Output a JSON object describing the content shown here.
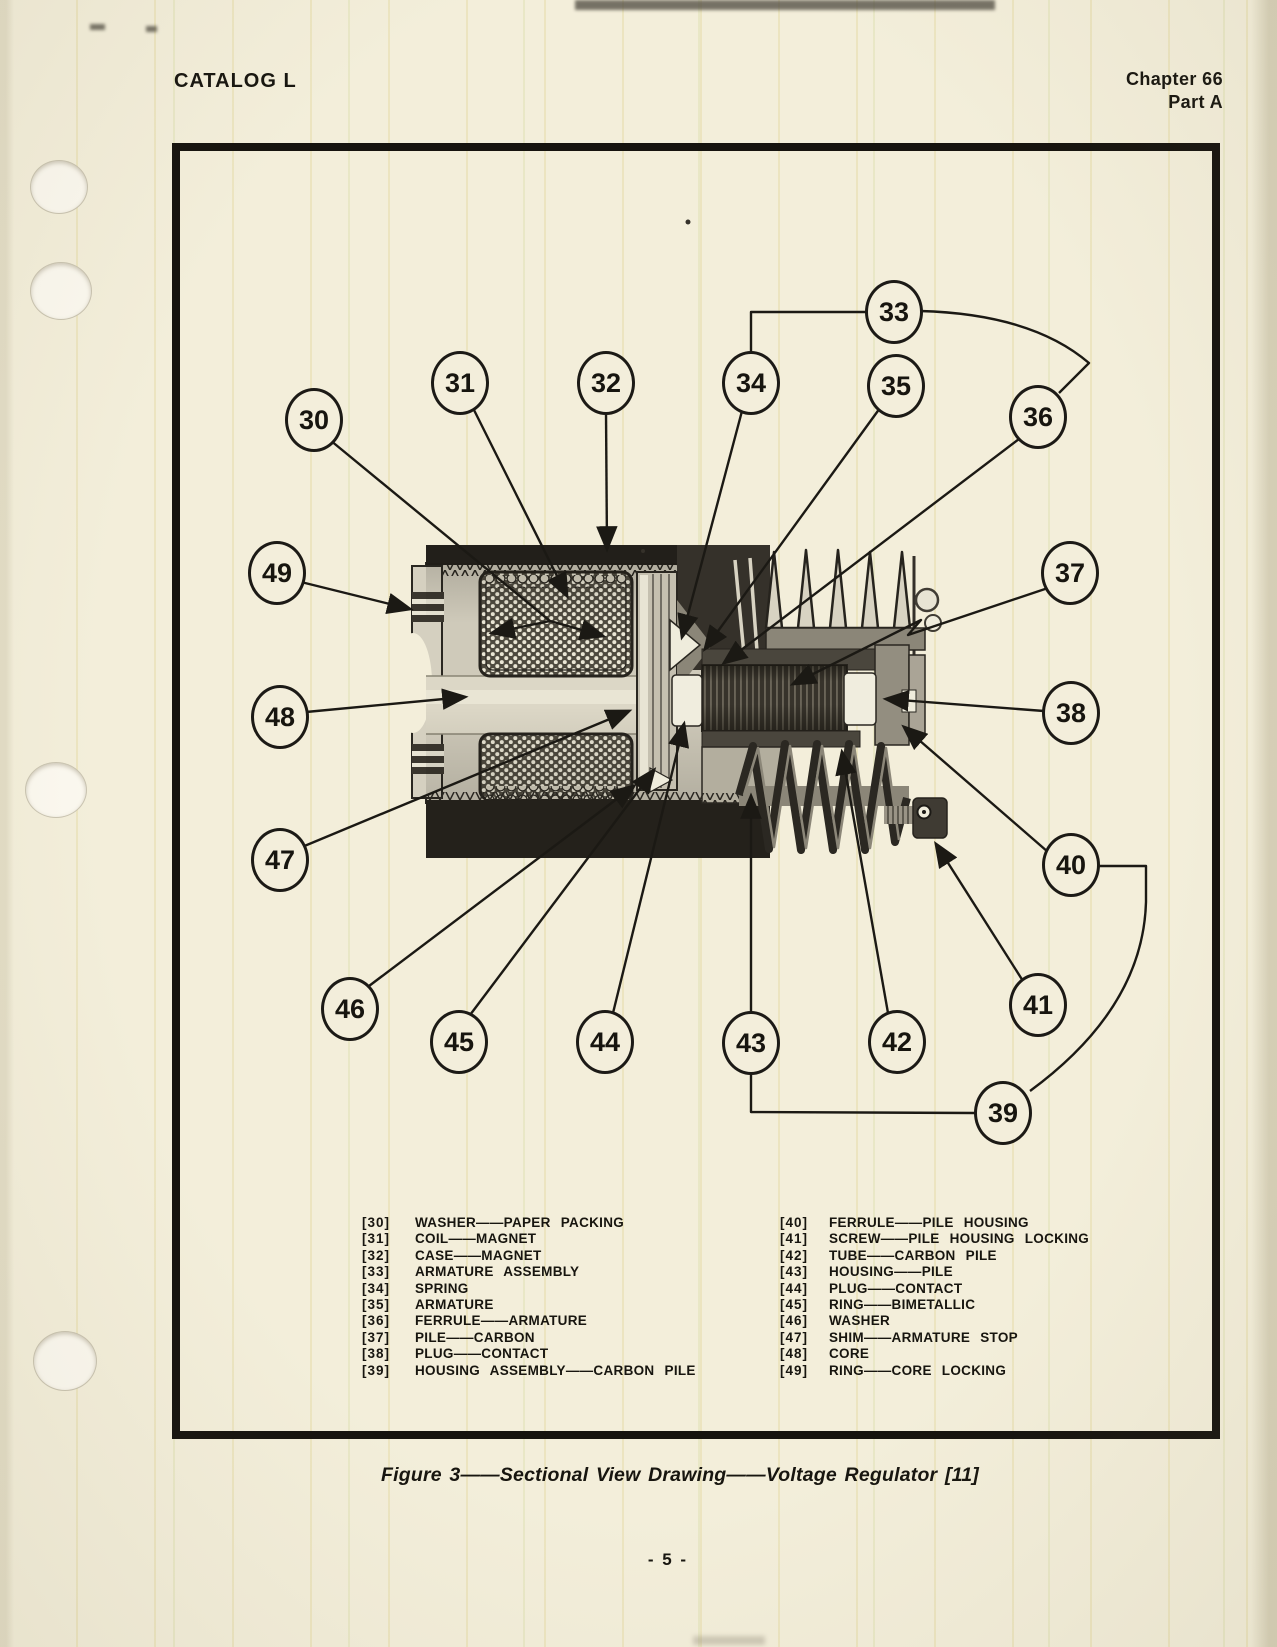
{
  "page": {
    "header_left": "CATALOG L",
    "chapter": "Chapter 66",
    "part": "Part A",
    "page_number": "- 5 -"
  },
  "colors": {
    "paper": "#f3eeda",
    "ink": "#17150f",
    "border": "#16130e"
  },
  "figure": {
    "caption": "Figure 3——Sectional View Drawing——Voltage Regulator [11]",
    "callouts": {
      "c30": "30",
      "c31": "31",
      "c32": "32",
      "c33": "33",
      "c34": "34",
      "c35": "35",
      "c36": "36",
      "c37": "37",
      "c38": "38",
      "c39": "39",
      "c40": "40",
      "c41": "41",
      "c42": "42",
      "c43": "43",
      "c44": "44",
      "c45": "45",
      "c46": "46",
      "c47": "47",
      "c48": "48",
      "c49": "49"
    },
    "legend": {
      "left": [
        {
          "num": "[30]",
          "label": "WASHER——PAPER PACKING"
        },
        {
          "num": "[31]",
          "label": "COIL——MAGNET"
        },
        {
          "num": "[32]",
          "label": "CASE——MAGNET"
        },
        {
          "num": "[33]",
          "label": "ARMATURE ASSEMBLY"
        },
        {
          "num": "[34]",
          "label": "SPRING"
        },
        {
          "num": "[35]",
          "label": "ARMATURE"
        },
        {
          "num": "[36]",
          "label": "FERRULE——ARMATURE"
        },
        {
          "num": "[37]",
          "label": "PILE——CARBON"
        },
        {
          "num": "[38]",
          "label": "PLUG——CONTACT"
        },
        {
          "num": "[39]",
          "label": "HOUSING ASSEMBLY——CARBON PILE"
        }
      ],
      "right": [
        {
          "num": "[40]",
          "label": "FERRULE——PILE HOUSING"
        },
        {
          "num": "[41]",
          "label": "SCREW——PILE HOUSING LOCKING"
        },
        {
          "num": "[42]",
          "label": "TUBE——CARBON PILE"
        },
        {
          "num": "[43]",
          "label": "HOUSING——PILE"
        },
        {
          "num": "[44]",
          "label": "PLUG——CONTACT"
        },
        {
          "num": "[45]",
          "label": "RING——BIMETALLIC"
        },
        {
          "num": "[46]",
          "label": "WASHER"
        },
        {
          "num": "[47]",
          "label": "SHIM——ARMATURE STOP"
        },
        {
          "num": "[48]",
          "label": "CORE"
        },
        {
          "num": "[49]",
          "label": "RING——CORE LOCKING"
        }
      ]
    }
  }
}
